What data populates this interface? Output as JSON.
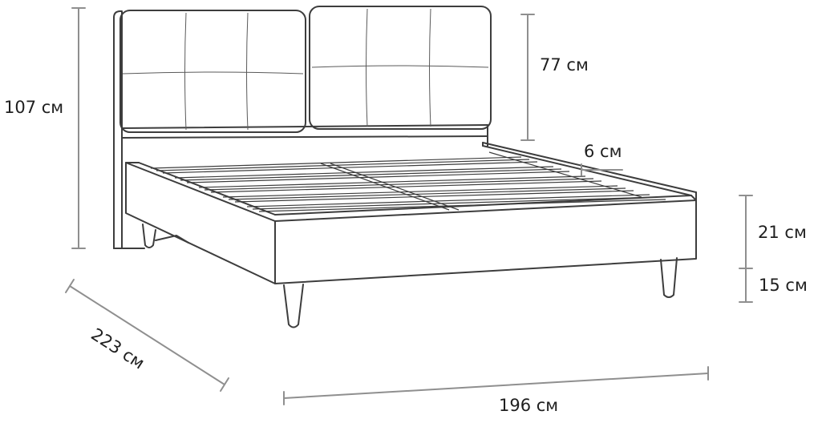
{
  "dimensions": {
    "total_height": "107 см",
    "headboard_height": "77 см",
    "frame_thickness": "6 см",
    "frame_height": "21 см",
    "leg_height": "15 см",
    "length": "223 см",
    "width": "196 см"
  },
  "colors": {
    "outline": "#3d3d3d",
    "dimension_line": "#8f8f8f",
    "label_text": "#1f1f1f"
  }
}
